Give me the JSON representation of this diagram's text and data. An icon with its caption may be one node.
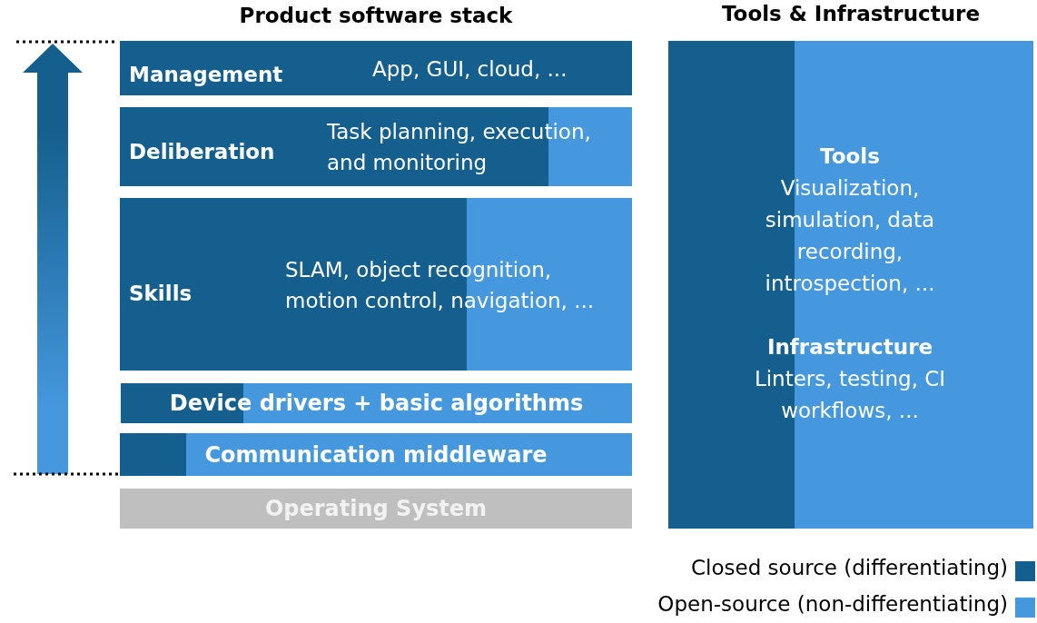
{
  "diagram": {
    "title": "Product software stack",
    "nodes": [
      {
        "text": [
          "Management",
          "App, GUI, cloud, ..."
        ]
      },
      {
        "text": [
          "Deliberation",
          "Task planning, execution, and monitoring"
        ]
      },
      {
        "text": [
          "Skills",
          "SLAM, object recognition, motion control, navigation, ..."
        ]
      },
      {
        "text": [
          "Device drivers + basic algorithms"
        ]
      },
      {
        "text": [
          "Communication middleware"
        ]
      },
      {
        "text": [
          "Operating System"
        ]
      },
      {
        "text": [
          "Tools & Infrastructure",
          "Tools",
          "Visualization, simulation, data recording, introspection, ...",
          "Infrastructure",
          "Linters, testing, CI workflows, ..."
        ]
      }
    ],
    "legend": [
      {
        "text": "Closed source (differentiating)",
        "color": "#155f8e"
      },
      {
        "text": "Open-source (non-differentiating)",
        "color": "#4598de"
      }
    ]
  }
}
